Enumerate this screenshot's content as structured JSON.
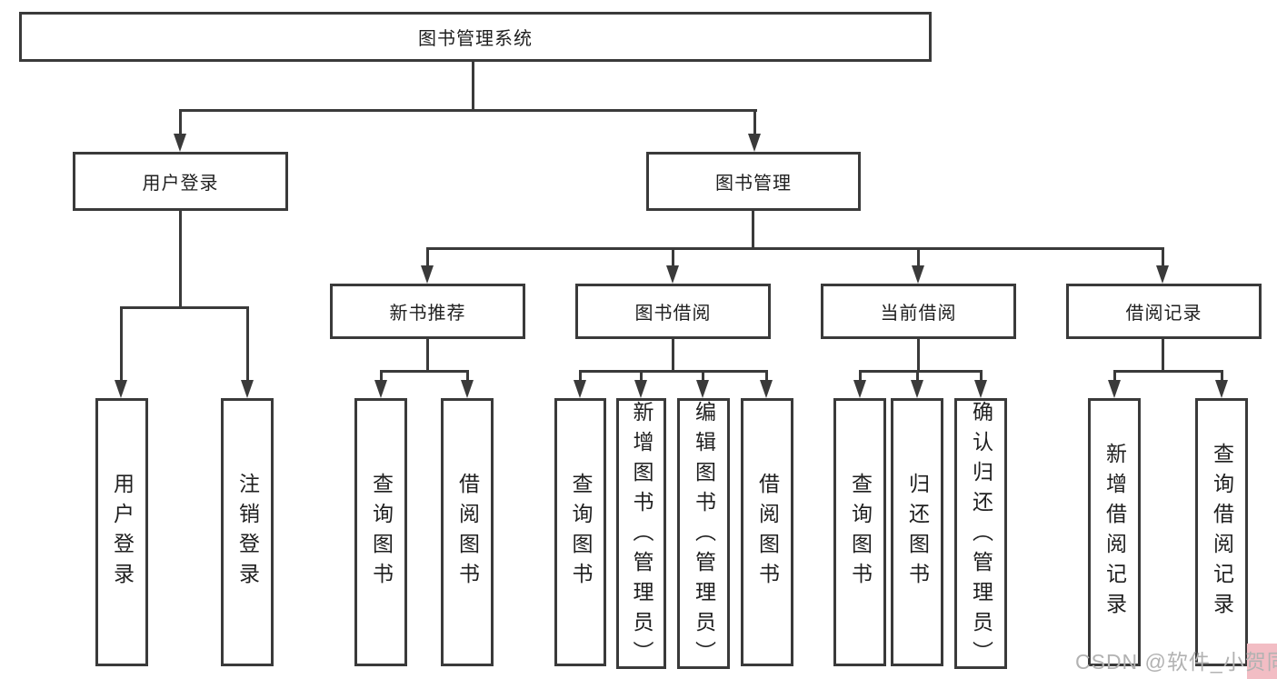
{
  "diagram": {
    "root": {
      "label": "图书管理系统"
    },
    "branches": [
      {
        "label": "用户登录",
        "children": [
          {
            "label": "用户登录"
          },
          {
            "label": "注销登录"
          }
        ]
      },
      {
        "label": "图书管理",
        "children": [
          {
            "label": "新书推荐",
            "children": [
              {
                "label": "查询图书"
              },
              {
                "label": "借阅图书"
              }
            ]
          },
          {
            "label": "图书借阅",
            "children": [
              {
                "label": "查询图书"
              },
              {
                "label": "新增图书（管理员）"
              },
              {
                "label": "编辑图书（管理员）"
              },
              {
                "label": "借阅图书"
              }
            ]
          },
          {
            "label": "当前借阅",
            "children": [
              {
                "label": "查询图书"
              },
              {
                "label": "归还图书"
              },
              {
                "label": "确认归还（管理员）"
              }
            ]
          },
          {
            "label": "借阅记录",
            "children": [
              {
                "label": "新增借阅记录"
              },
              {
                "label": "查询借阅记录"
              }
            ]
          }
        ]
      }
    ]
  },
  "watermark": {
    "text": "CSDN @软件_小贺同学"
  },
  "colors": {
    "line": "#3a3a3a",
    "text": "#1f1f1f",
    "background": "#ffffff",
    "watermark_text": "#b2b2b2",
    "watermark_highlight": "#f2bdc4"
  }
}
